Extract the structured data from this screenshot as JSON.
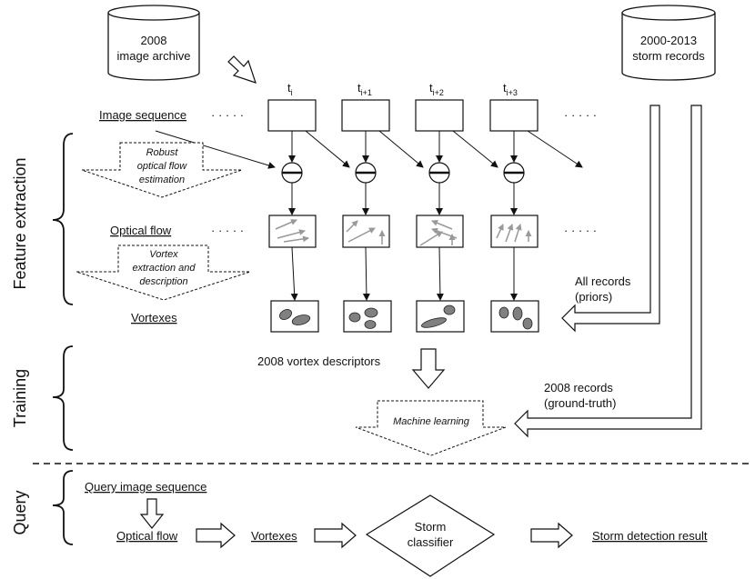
{
  "sources": {
    "archive": [
      "2008",
      "image archive"
    ],
    "storm": [
      "2000-2013",
      "storm records"
    ]
  },
  "times": [
    {
      "base": "t",
      "sub": "i"
    },
    {
      "base": "t",
      "sub": "i+1"
    },
    {
      "base": "t",
      "sub": "i+2"
    },
    {
      "base": "t",
      "sub": "i+3"
    }
  ],
  "rows": {
    "image_sequence": "Image sequence",
    "optical_flow": "Optical flow",
    "vortexes": "Vortexes",
    "dots": "· · · · ·"
  },
  "processes": {
    "flow_estimation": [
      "Robust",
      "optical flow",
      "estimation"
    ],
    "vortex_extraction": [
      "Vortex",
      "extraction and",
      "description"
    ],
    "machine_learning": "Machine learning"
  },
  "annotations": {
    "all_records": [
      "All records",
      "(priors)"
    ],
    "records_2008": [
      "2008 records",
      "(ground-truth)"
    ],
    "vortex_descriptors": "2008 vortex descriptors"
  },
  "sections": {
    "feature": "Feature extraction",
    "training": "Training",
    "query": "Query"
  },
  "query": {
    "sequence": "Query image sequence",
    "flow": "Optical flow",
    "vortexes": "Vortexes",
    "classifier": [
      "Storm",
      "classifier"
    ],
    "result": "Storm detection result"
  }
}
